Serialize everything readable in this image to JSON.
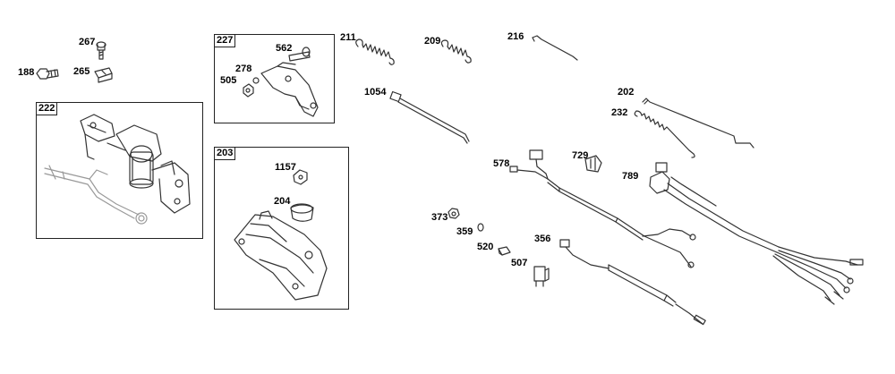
{
  "boxes": {
    "b222": "222",
    "b227": "227",
    "b203": "203"
  },
  "labels": {
    "l267": "267",
    "l188": "188",
    "l265": "265",
    "l562": "562",
    "l278": "278",
    "l505": "505",
    "l1157": "1157",
    "l204": "204",
    "l211": "211",
    "l209": "209",
    "l216": "216",
    "l1054": "1054",
    "l202": "202",
    "l232": "232",
    "l578": "578",
    "l729": "729",
    "l789": "789",
    "l373": "373",
    "l359": "359",
    "l520": "520",
    "l356": "356",
    "l507": "507"
  }
}
